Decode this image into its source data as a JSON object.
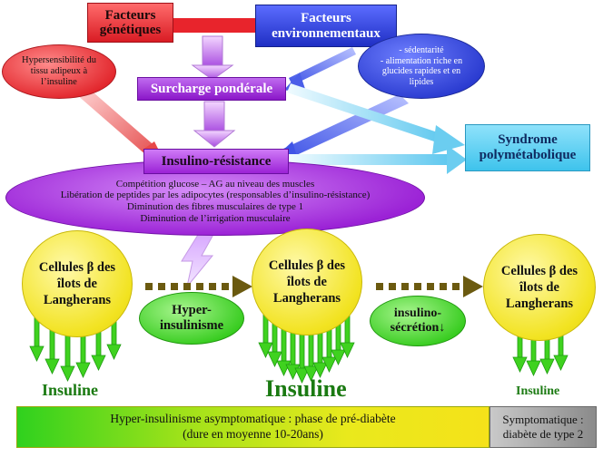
{
  "boxes": {
    "facteurs_genetiques": "Facteurs\ngénétiques",
    "facteurs_environnementaux": "Facteurs\nenvironnementaux",
    "surcharge_ponderale": "Surcharge pondérale",
    "insulino_resistance": "Insulino-résistance",
    "syndrome": "Syndrome\npolymétabolique"
  },
  "ovals": {
    "hypersensibilite": "Hypersensibilité du\ntissu adipeux à\nl’insuline",
    "environnement_details": "- sédentarité\n- alimentation riche en\nglucides rapides et en\nlipides",
    "hyper_insulinisme": "Hyper-\ninsulinisme",
    "insulino_secretion": "insulino-\nsécrétion↓"
  },
  "mechanisms": [
    "Compétition glucose – AG au niveau des muscles",
    "Libération de peptides par les adipocytes (responsables d’insulino-résistance)",
    "Diminution des fibres musculaires de type 1",
    "Diminution de l’irrigation musculaire"
  ],
  "cells": {
    "label": "Cellules β des\nîlots de\nLangherans"
  },
  "insuline": {
    "left": "Insuline",
    "center": "Insuline",
    "right": "Insuline"
  },
  "phases": {
    "pre_diabete": "Hyper-insulinisme asymptomatique : phase de pré-diabète\n(dure en moyenne 10-20ans)",
    "symptomatique": "Symptomatique :\ndiabète de type 2"
  },
  "colors": {
    "red_box": "#e8242c",
    "blue_box": "#2b3fd8",
    "purple": "#9b22d6",
    "cyan": "#5fd0ee",
    "yellow": "#f5ea3a",
    "green": "#33cc22",
    "insuline_green": "#1b7a12"
  }
}
